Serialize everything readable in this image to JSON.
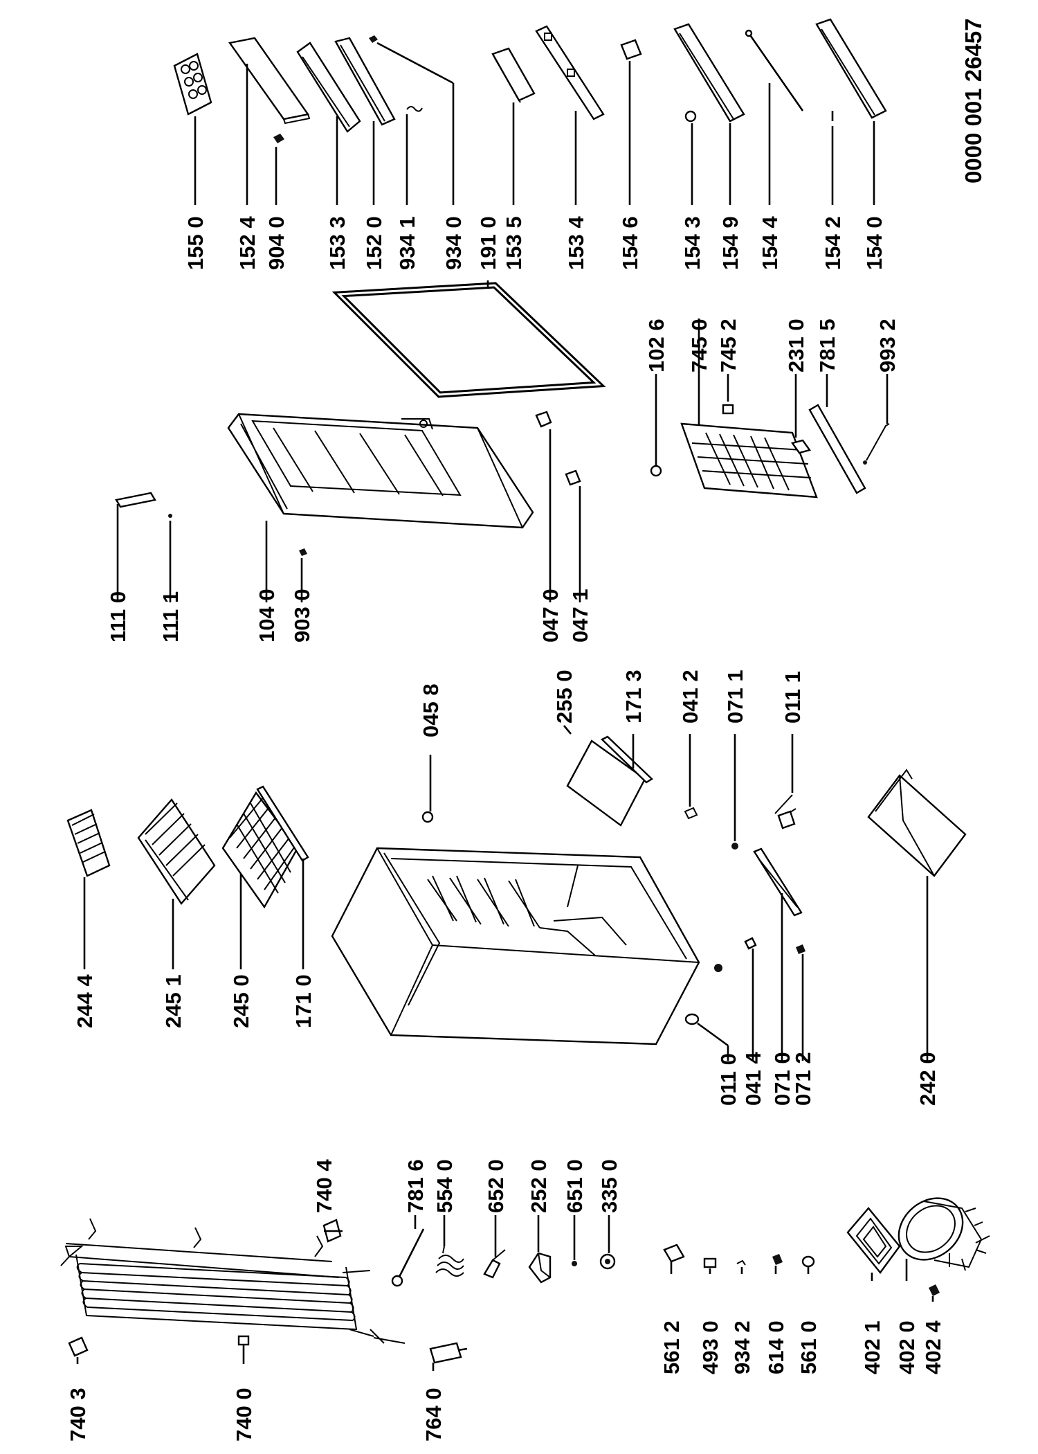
{
  "document_number": "0000 001 26457",
  "labels": {
    "l1550": "155 0",
    "l1524": "152 4",
    "l9040": "904 0",
    "l1533": "153 3",
    "l1520": "152 0",
    "l9341": "934 1",
    "l9340": "934 0",
    "l1910": "191 0",
    "l1535": "153 5",
    "l1534": "153 4",
    "l1546": "154 6",
    "l1543": "154 3",
    "l1549": "154 9",
    "l1544": "154 4",
    "l1542": "154 2",
    "l1540": "154 0",
    "l1026": "102 6",
    "l7450": "745 0",
    "l7452": "745 2",
    "l2310": "231 0",
    "l7815": "781 5",
    "l9932": "993 2",
    "l1110": "111 0",
    "l1111": "111 1",
    "l1040": "104 0",
    "l9030": "903 0",
    "l0470": "047 0",
    "l0471": "047 1",
    "l0458": "045 8",
    "l2550": "255 0",
    "l1713": "171 3",
    "l0412": "041 2",
    "l0711": "071 1",
    "l0111": "011 1",
    "l2444": "244 4",
    "l2451": "245 1",
    "l2450": "245 0",
    "l1710": "171 0",
    "l0110": "011 0",
    "l0414": "041 4",
    "l0710": "071 0",
    "l0712": "071 2",
    "l2420": "242 0",
    "l7403": "740 3",
    "l7400": "740 0",
    "l7640": "764 0",
    "l7404": "740 4",
    "l7816": "781 6",
    "l5540": "554 0",
    "l6520": "652 0",
    "l2520": "252 0",
    "l6510": "651 0",
    "l3350": "335 0",
    "l5612": "561 2",
    "l4930": "493 0",
    "l9342": "934 2",
    "l6140": "614 0",
    "l5610": "561 0",
    "l4021": "402 1",
    "l4020": "402 0",
    "l4024": "402 4"
  }
}
